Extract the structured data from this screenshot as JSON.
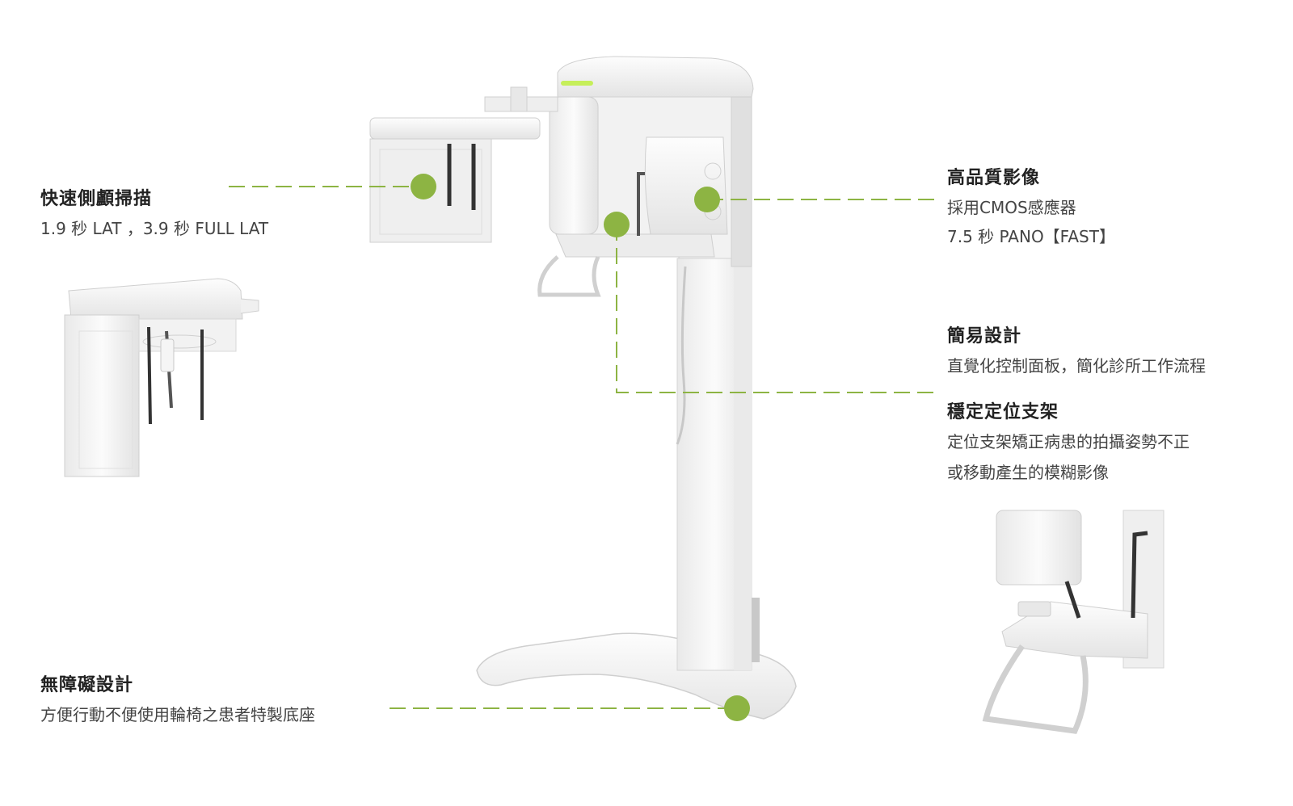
{
  "accent_color": "#8db443",
  "features": {
    "lateral_scan": {
      "title": "快速側顱掃描",
      "lines": [
        "1.9 秒 LAT ，3.9 秒 FULL LAT"
      ]
    },
    "image_quality": {
      "title": "高品質影像",
      "lines": [
        "採用CMOS感應器",
        "7.5 秒 PANO【FAST】"
      ]
    },
    "easy_design": {
      "title": "簡易設計",
      "lines": [
        "直覺化控制面板，簡化診所工作流程"
      ]
    },
    "positioning": {
      "title": "穩定定位支架",
      "lines": [
        "定位支架矯正病患的拍攝姿勢不正",
        "或移動產生的模糊影像"
      ]
    },
    "accessibility": {
      "title": "無障礙設計",
      "lines": [
        "方便行動不便使用輪椅之患者特製底座"
      ]
    }
  }
}
